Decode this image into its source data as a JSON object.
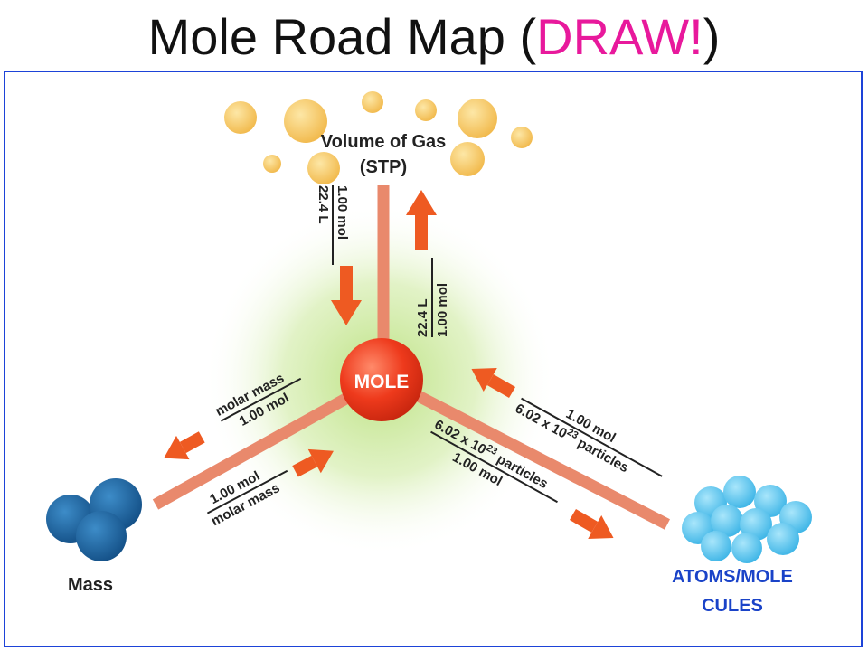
{
  "title": {
    "main": "Mole Road Map (",
    "accent": "DRAW!",
    "close": ")"
  },
  "center": {
    "label": "MOLE"
  },
  "gas": {
    "label_line1": "Volume of Gas",
    "label_line2": "(STP)"
  },
  "mass": {
    "label": "Mass"
  },
  "particles": {
    "label_line1": "ATOMS/MOLE",
    "label_line2": "CULES"
  },
  "conversions": {
    "to_mole_from_gas": {
      "top": "1.00 mol",
      "bottom": "22.4 L"
    },
    "to_gas_from_mole": {
      "top": "22.4 L",
      "bottom": "1.00 mol"
    },
    "to_mass_from_mole": {
      "top": "molar mass",
      "bottom": "1.00 mol"
    },
    "to_mole_from_mass": {
      "top": "1.00 mol",
      "bottom": "molar mass"
    },
    "to_particles_from_mole": {
      "top_base": "6.02 x 10",
      "top_exp": "23",
      "top_tail": " particles",
      "bottom": "1.00 mol"
    },
    "to_mole_from_particles": {
      "top": "1.00 mol",
      "bottom_base": "6.02 x 10",
      "bottom_exp": "23",
      "bottom_tail": " particles"
    }
  },
  "colors": {
    "road": "#e9896c",
    "arrow": "#ee5a22",
    "mole": "#ee3a1c",
    "gas_bubble": "#f7c45c",
    "mass_sphere": "#1e6aa8",
    "particle_sphere": "#58c8ef",
    "accent": "#e8199c",
    "frame": "#1d43d8",
    "particles_label": "#1a43c8"
  }
}
